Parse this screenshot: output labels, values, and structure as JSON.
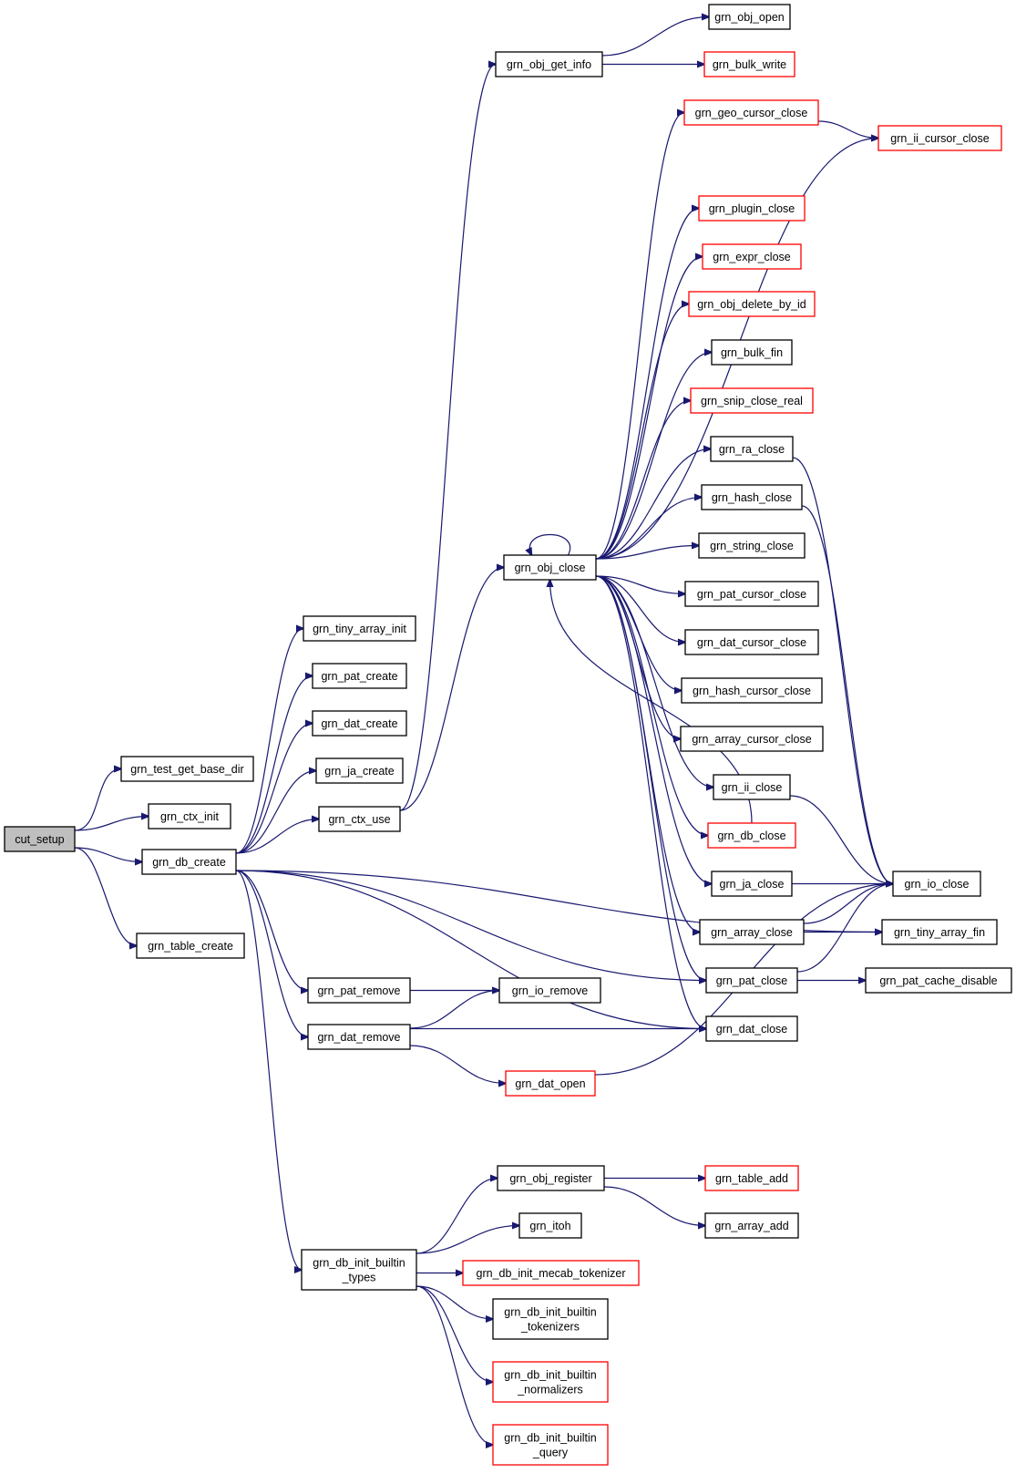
{
  "colors": {
    "edge": "#191970",
    "default_border": "#000000",
    "red_border": "#ff0000",
    "root_fill": "#bfbfbf"
  },
  "nodes": [
    {
      "id": "cut_setup",
      "lines": [
        "cut_setup"
      ],
      "style": "root"
    },
    {
      "id": "grn_test_get_base_dir",
      "lines": [
        "grn_test_get_base_dir"
      ],
      "style": "normal"
    },
    {
      "id": "grn_ctx_init",
      "lines": [
        "grn_ctx_init"
      ],
      "style": "normal"
    },
    {
      "id": "grn_db_create",
      "lines": [
        "grn_db_create"
      ],
      "style": "normal"
    },
    {
      "id": "grn_table_create",
      "lines": [
        "grn_table_create"
      ],
      "style": "normal"
    },
    {
      "id": "grn_tiny_array_init",
      "lines": [
        "grn_tiny_array_init"
      ],
      "style": "normal"
    },
    {
      "id": "grn_pat_create",
      "lines": [
        "grn_pat_create"
      ],
      "style": "normal"
    },
    {
      "id": "grn_dat_create",
      "lines": [
        "grn_dat_create"
      ],
      "style": "normal"
    },
    {
      "id": "grn_ja_create",
      "lines": [
        "grn_ja_create"
      ],
      "style": "normal"
    },
    {
      "id": "grn_ctx_use",
      "lines": [
        "grn_ctx_use"
      ],
      "style": "normal"
    },
    {
      "id": "grn_pat_remove",
      "lines": [
        "grn_pat_remove"
      ],
      "style": "normal"
    },
    {
      "id": "grn_dat_remove",
      "lines": [
        "grn_dat_remove"
      ],
      "style": "normal"
    },
    {
      "id": "grn_db_init_builtin_types",
      "lines": [
        "grn_db_init_builtin",
        "_types"
      ],
      "style": "normal"
    },
    {
      "id": "grn_obj_get_info",
      "lines": [
        "grn_obj_get_info"
      ],
      "style": "normal"
    },
    {
      "id": "grn_obj_close",
      "lines": [
        "grn_obj_close"
      ],
      "style": "normal"
    },
    {
      "id": "grn_io_remove",
      "lines": [
        "grn_io_remove"
      ],
      "style": "normal"
    },
    {
      "id": "grn_dat_open",
      "lines": [
        "grn_dat_open"
      ],
      "style": "red"
    },
    {
      "id": "grn_obj_register",
      "lines": [
        "grn_obj_register"
      ],
      "style": "normal"
    },
    {
      "id": "grn_itoh",
      "lines": [
        "grn_itoh"
      ],
      "style": "normal"
    },
    {
      "id": "grn_db_init_mecab_tokenizer",
      "lines": [
        "grn_db_init_mecab_tokenizer"
      ],
      "style": "red"
    },
    {
      "id": "grn_db_init_builtin_tokenizers",
      "lines": [
        "grn_db_init_builtin",
        "_tokenizers"
      ],
      "style": "normal"
    },
    {
      "id": "grn_db_init_builtin_normalizers",
      "lines": [
        "grn_db_init_builtin",
        "_normalizers"
      ],
      "style": "red"
    },
    {
      "id": "grn_db_init_builtin_query",
      "lines": [
        "grn_db_init_builtin",
        "_query"
      ],
      "style": "red"
    },
    {
      "id": "grn_obj_open",
      "lines": [
        "grn_obj_open"
      ],
      "style": "normal"
    },
    {
      "id": "grn_bulk_write",
      "lines": [
        "grn_bulk_write"
      ],
      "style": "red"
    },
    {
      "id": "grn_geo_cursor_close",
      "lines": [
        "grn_geo_cursor_close"
      ],
      "style": "red"
    },
    {
      "id": "grn_ii_cursor_close",
      "lines": [
        "grn_ii_cursor_close"
      ],
      "style": "red"
    },
    {
      "id": "grn_plugin_close",
      "lines": [
        "grn_plugin_close"
      ],
      "style": "red"
    },
    {
      "id": "grn_expr_close",
      "lines": [
        "grn_expr_close"
      ],
      "style": "red"
    },
    {
      "id": "grn_obj_delete_by_id",
      "lines": [
        "grn_obj_delete_by_id"
      ],
      "style": "red"
    },
    {
      "id": "grn_bulk_fin",
      "lines": [
        "grn_bulk_fin"
      ],
      "style": "normal"
    },
    {
      "id": "grn_snip_close_real",
      "lines": [
        "grn_snip_close_real"
      ],
      "style": "red"
    },
    {
      "id": "grn_ra_close",
      "lines": [
        "grn_ra_close"
      ],
      "style": "normal"
    },
    {
      "id": "grn_hash_close",
      "lines": [
        "grn_hash_close"
      ],
      "style": "normal"
    },
    {
      "id": "grn_string_close",
      "lines": [
        "grn_string_close"
      ],
      "style": "normal"
    },
    {
      "id": "grn_pat_cursor_close",
      "lines": [
        "grn_pat_cursor_close"
      ],
      "style": "normal"
    },
    {
      "id": "grn_dat_cursor_close",
      "lines": [
        "grn_dat_cursor_close"
      ],
      "style": "normal"
    },
    {
      "id": "grn_hash_cursor_close",
      "lines": [
        "grn_hash_cursor_close"
      ],
      "style": "normal"
    },
    {
      "id": "grn_array_cursor_close",
      "lines": [
        "grn_array_cursor_close"
      ],
      "style": "normal"
    },
    {
      "id": "grn_ii_close",
      "lines": [
        "grn_ii_close"
      ],
      "style": "normal"
    },
    {
      "id": "grn_db_close",
      "lines": [
        "grn_db_close"
      ],
      "style": "red"
    },
    {
      "id": "grn_ja_close",
      "lines": [
        "grn_ja_close"
      ],
      "style": "normal"
    },
    {
      "id": "grn_array_close",
      "lines": [
        "grn_array_close"
      ],
      "style": "normal"
    },
    {
      "id": "grn_pat_close",
      "lines": [
        "grn_pat_close"
      ],
      "style": "normal"
    },
    {
      "id": "grn_dat_close",
      "lines": [
        "grn_dat_close"
      ],
      "style": "normal"
    },
    {
      "id": "grn_table_add",
      "lines": [
        "grn_table_add"
      ],
      "style": "red"
    },
    {
      "id": "grn_array_add",
      "lines": [
        "grn_array_add"
      ],
      "style": "normal"
    },
    {
      "id": "grn_io_close",
      "lines": [
        "grn_io_close"
      ],
      "style": "normal"
    },
    {
      "id": "grn_tiny_array_fin",
      "lines": [
        "grn_tiny_array_fin"
      ],
      "style": "normal"
    },
    {
      "id": "grn_pat_cache_disable",
      "lines": [
        "grn_pat_cache_disable"
      ],
      "style": "normal"
    }
  ],
  "edges": [
    [
      "cut_setup",
      "grn_test_get_base_dir"
    ],
    [
      "cut_setup",
      "grn_ctx_init"
    ],
    [
      "cut_setup",
      "grn_db_create"
    ],
    [
      "cut_setup",
      "grn_table_create"
    ],
    [
      "grn_db_create",
      "grn_tiny_array_init"
    ],
    [
      "grn_db_create",
      "grn_pat_create"
    ],
    [
      "grn_db_create",
      "grn_dat_create"
    ],
    [
      "grn_db_create",
      "grn_ja_create"
    ],
    [
      "grn_db_create",
      "grn_ctx_use"
    ],
    [
      "grn_db_create",
      "grn_pat_remove"
    ],
    [
      "grn_db_create",
      "grn_dat_remove"
    ],
    [
      "grn_db_create",
      "grn_db_init_builtin_types"
    ],
    [
      "grn_db_create",
      "grn_pat_close"
    ],
    [
      "grn_db_create",
      "grn_dat_close"
    ],
    [
      "grn_db_create",
      "grn_tiny_array_fin"
    ],
    [
      "grn_ctx_use",
      "grn_obj_get_info"
    ],
    [
      "grn_ctx_use",
      "grn_obj_close"
    ],
    [
      "grn_obj_get_info",
      "grn_obj_open"
    ],
    [
      "grn_obj_get_info",
      "grn_bulk_write"
    ],
    [
      "grn_obj_close",
      "grn_obj_close"
    ],
    [
      "grn_obj_close",
      "grn_geo_cursor_close"
    ],
    [
      "grn_obj_close",
      "grn_ii_cursor_close"
    ],
    [
      "grn_obj_close",
      "grn_plugin_close"
    ],
    [
      "grn_obj_close",
      "grn_expr_close"
    ],
    [
      "grn_obj_close",
      "grn_obj_delete_by_id"
    ],
    [
      "grn_obj_close",
      "grn_bulk_fin"
    ],
    [
      "grn_obj_close",
      "grn_snip_close_real"
    ],
    [
      "grn_obj_close",
      "grn_ra_close"
    ],
    [
      "grn_obj_close",
      "grn_hash_close"
    ],
    [
      "grn_obj_close",
      "grn_string_close"
    ],
    [
      "grn_obj_close",
      "grn_pat_cursor_close"
    ],
    [
      "grn_obj_close",
      "grn_dat_cursor_close"
    ],
    [
      "grn_obj_close",
      "grn_hash_cursor_close"
    ],
    [
      "grn_obj_close",
      "grn_array_cursor_close"
    ],
    [
      "grn_obj_close",
      "grn_ii_close"
    ],
    [
      "grn_obj_close",
      "grn_db_close"
    ],
    [
      "grn_obj_close",
      "grn_ja_close"
    ],
    [
      "grn_obj_close",
      "grn_array_close"
    ],
    [
      "grn_obj_close",
      "grn_pat_close"
    ],
    [
      "grn_obj_close",
      "grn_dat_close"
    ],
    [
      "grn_geo_cursor_close",
      "grn_ii_cursor_close"
    ],
    [
      "grn_db_close",
      "grn_obj_close"
    ],
    [
      "grn_ra_close",
      "grn_io_close"
    ],
    [
      "grn_hash_close",
      "grn_io_close"
    ],
    [
      "grn_ii_close",
      "grn_io_close"
    ],
    [
      "grn_ja_close",
      "grn_io_close"
    ],
    [
      "grn_array_close",
      "grn_io_close"
    ],
    [
      "grn_array_close",
      "grn_tiny_array_fin"
    ],
    [
      "grn_pat_close",
      "grn_io_close"
    ],
    [
      "grn_pat_close",
      "grn_pat_cache_disable"
    ],
    [
      "grn_pat_remove",
      "grn_io_remove"
    ],
    [
      "grn_dat_remove",
      "grn_io_remove"
    ],
    [
      "grn_dat_remove",
      "grn_dat_close"
    ],
    [
      "grn_dat_remove",
      "grn_dat_open"
    ],
    [
      "grn_dat_open",
      "grn_io_close"
    ],
    [
      "grn_db_init_builtin_types",
      "grn_obj_register"
    ],
    [
      "grn_db_init_builtin_types",
      "grn_itoh"
    ],
    [
      "grn_db_init_builtin_types",
      "grn_db_init_mecab_tokenizer"
    ],
    [
      "grn_db_init_builtin_types",
      "grn_db_init_builtin_tokenizers"
    ],
    [
      "grn_db_init_builtin_types",
      "grn_db_init_builtin_normalizers"
    ],
    [
      "grn_db_init_builtin_types",
      "grn_db_init_builtin_query"
    ],
    [
      "grn_obj_register",
      "grn_table_add"
    ],
    [
      "grn_obj_register",
      "grn_array_add"
    ]
  ]
}
